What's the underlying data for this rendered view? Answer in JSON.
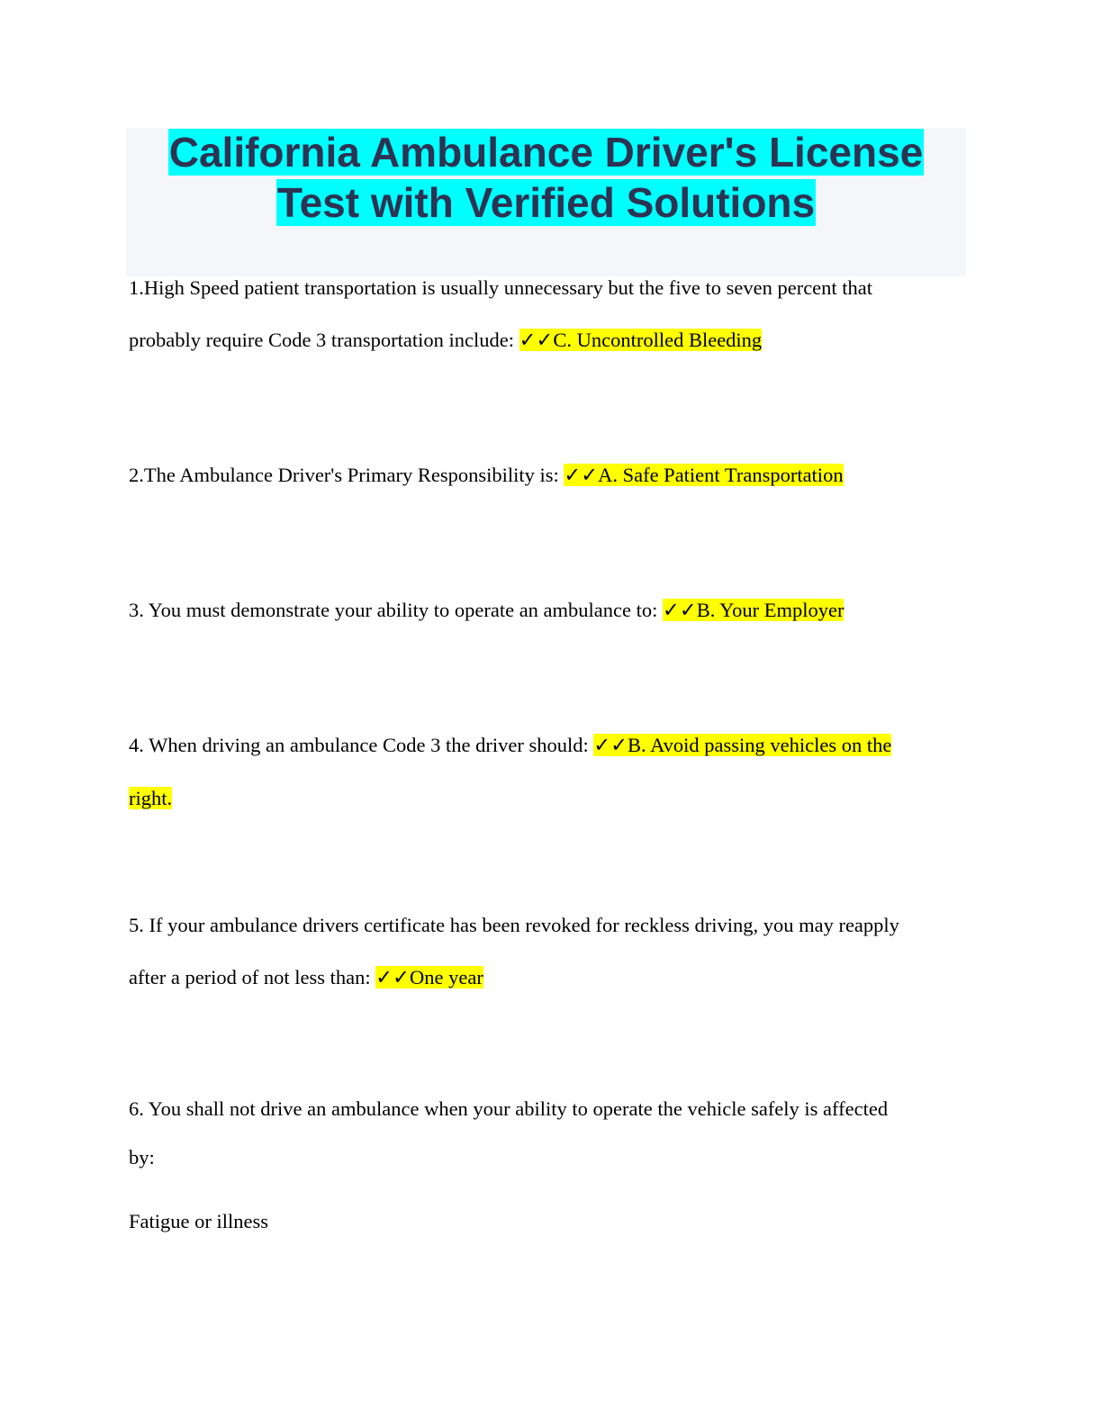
{
  "title": {
    "line1": "California Ambulance Driver's License",
    "line2": "Test with Verified Solutions",
    "highlight_color": "#00ffff"
  },
  "answer_highlight_color": "#ffff00",
  "lines": [
    {
      "text": "1.High Speed patient transportation is usually unnecessary but the five to seven percent that",
      "answer": ""
    },
    {
      "text": "probably require Code 3 transportation include: ",
      "answer": "✓✓C. Uncontrolled Bleeding"
    },
    {
      "text": "2.The Ambulance Driver's Primary Responsibility is: ",
      "answer": "✓✓A. Safe Patient Transportation"
    },
    {
      "text": "3. You must demonstrate your ability to operate an ambulance to: ",
      "answer": "✓✓B. Your Employer"
    },
    {
      "text": "4. When driving an ambulance Code 3 the driver should: ",
      "answer": "✓✓B. Avoid passing vehicles on the"
    },
    {
      "text": "",
      "answer": "right."
    },
    {
      "text": "5. If your ambulance drivers certificate has been revoked for reckless driving, you may reapply",
      "answer": ""
    },
    {
      "text": "after a period of not less than: ",
      "answer": "✓✓One year"
    },
    {
      "text": "6. You shall not drive an ambulance when your ability to operate the vehicle safely is affected",
      "answer": ""
    },
    {
      "text": "by:",
      "answer": ""
    },
    {
      "text": "Fatigue or illness",
      "answer": ""
    }
  ]
}
